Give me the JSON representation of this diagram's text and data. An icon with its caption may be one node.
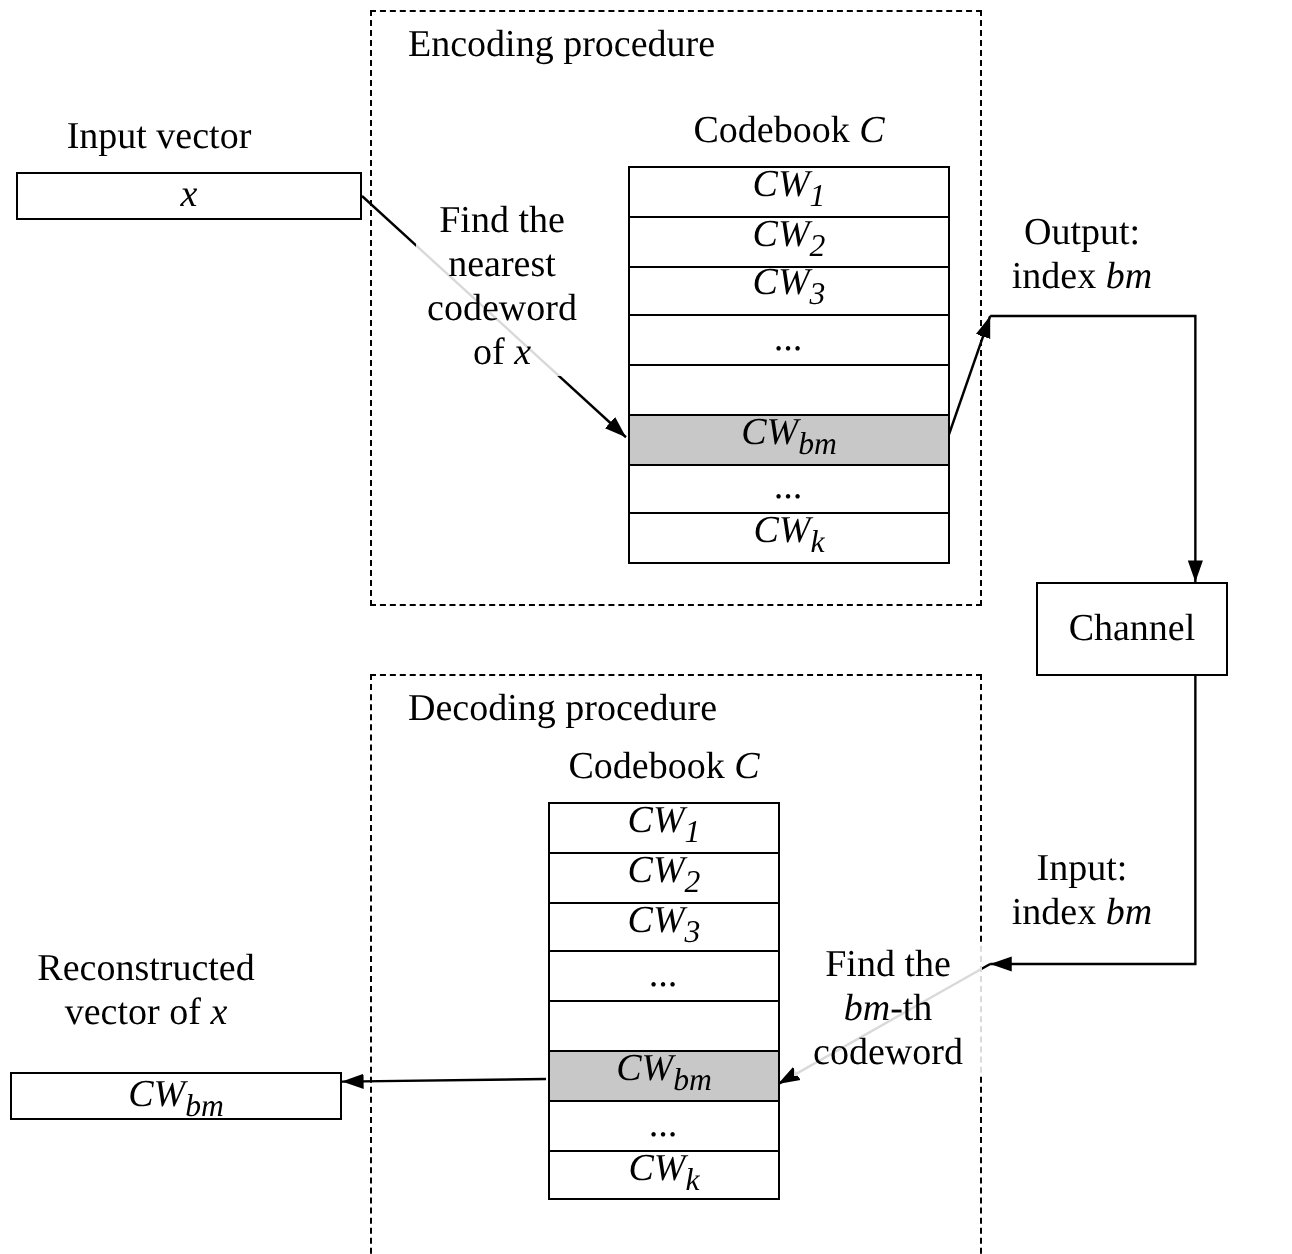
{
  "diagram": {
    "nodes": [
      {
        "text": [
          "Encoding procedure"
        ]
      },
      {
        "text": [
          "Codebook *C*"
        ],
        "in": 0
      },
      {
        "text": [
          "CW$_{1}$"
        ],
        "in": 1
      },
      {
        "text": [
          "CW$_{2}$"
        ],
        "in": 1
      },
      {
        "text": [
          "CW$_{3}$"
        ],
        "in": 1
      },
      {
        "text": [
          "..."
        ],
        "in": 1
      },
      {
        "text": [],
        "shape": "box",
        "in": 1
      },
      {
        "text": [
          "CW$_{bm}$"
        ],
        "in": 1
      },
      {
        "text": [
          "..."
        ],
        "in": 1
      },
      {
        "text": [
          "CW$_{k}$"
        ],
        "in": 1
      },
      {
        "text": [
          "Input vector",
          "*x*"
        ]
      },
      {
        "text": [
          "Channel"
        ]
      },
      {
        "text": [
          "Decoding procedure"
        ]
      },
      {
        "text": [
          "Codebook *C*"
        ],
        "in": 12
      },
      {
        "text": [
          "CW$_{1}$"
        ],
        "in": 13
      },
      {
        "text": [
          "CW$_{2}$"
        ],
        "in": 13
      },
      {
        "text": [
          "CW$_{3}$"
        ],
        "in": 13
      },
      {
        "text": [
          "..."
        ],
        "in": 13
      },
      {
        "text": [],
        "shape": "box",
        "in": 13
      },
      {
        "text": [
          "CW$_{bm}$"
        ],
        "in": 13
      },
      {
        "text": [
          "..."
        ],
        "in": 13
      },
      {
        "text": [
          "CW$_{k}$"
        ],
        "in": 13
      },
      {
        "text": [
          "Reconstructed vector of *x*",
          "CW$_{bm}$"
        ]
      },
      {
        "text": [
          "Output: index *bm*"
        ]
      },
      {
        "text": [
          "Input: index *bm*"
        ]
      }
    ],
    "edges": [
      {
        "from": 10,
        "to": 7,
        "arrow": "to",
        "label": "Find the nearest codeword of *x*"
      },
      {
        "from": 7,
        "to": 23,
        "arrow": "to"
      },
      {
        "from": 23,
        "to": 11,
        "arrow": "to"
      },
      {
        "from": 11,
        "to": 24,
        "arrow": "to"
      },
      {
        "from": 24,
        "to": 19,
        "arrow": "to",
        "label": "Find the *bm*-th codeword"
      },
      {
        "from": 19,
        "to": 22,
        "arrow": "to"
      }
    ]
  }
}
